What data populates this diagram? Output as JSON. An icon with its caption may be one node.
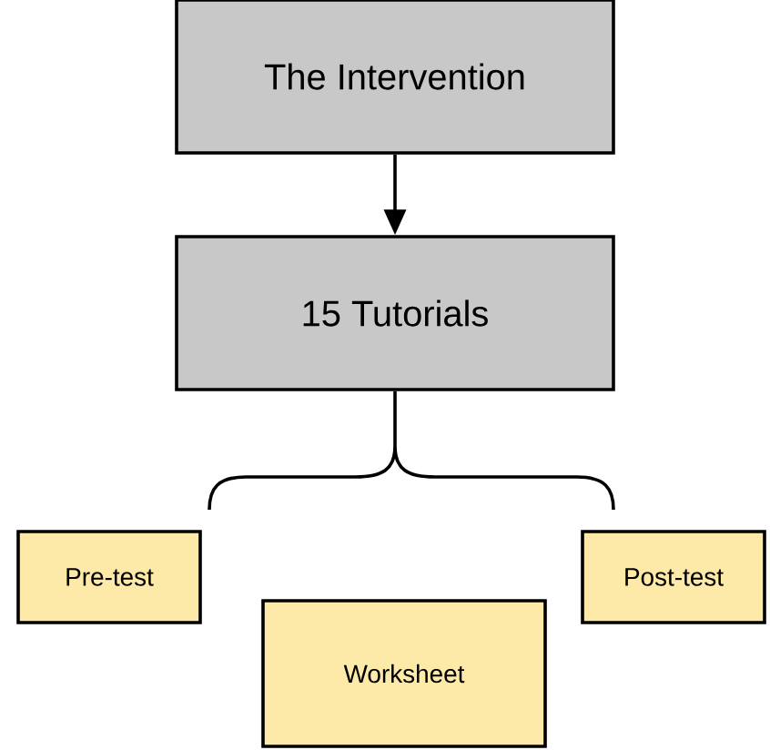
{
  "diagram": {
    "nodes": [
      {
        "text": [
          "The Intervention"
        ]
      },
      {
        "text": [
          "15 Tutorials"
        ]
      },
      {
        "text": [
          "Pre-test"
        ]
      },
      {
        "text": [
          "Worksheet"
        ]
      },
      {
        "text": [
          "Post-test"
        ]
      }
    ],
    "edges": [
      {
        "from": 0,
        "to": 1,
        "arrow": "to"
      },
      {
        "from": 1,
        "to": 2,
        "arrow": "none"
      },
      {
        "from": 1,
        "to": 4,
        "arrow": "none"
      }
    ]
  }
}
